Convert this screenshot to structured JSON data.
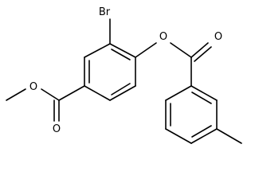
{
  "atoms": {
    "br": "Br",
    "o_ester_link": "O",
    "o_ester_carbonyl": "O",
    "o_methyl_ester_single": "O",
    "o_methyl_ester_carbonyl": "O"
  },
  "colors": {
    "bond": "#000000",
    "label": "#000000",
    "background": "#ffffff"
  }
}
